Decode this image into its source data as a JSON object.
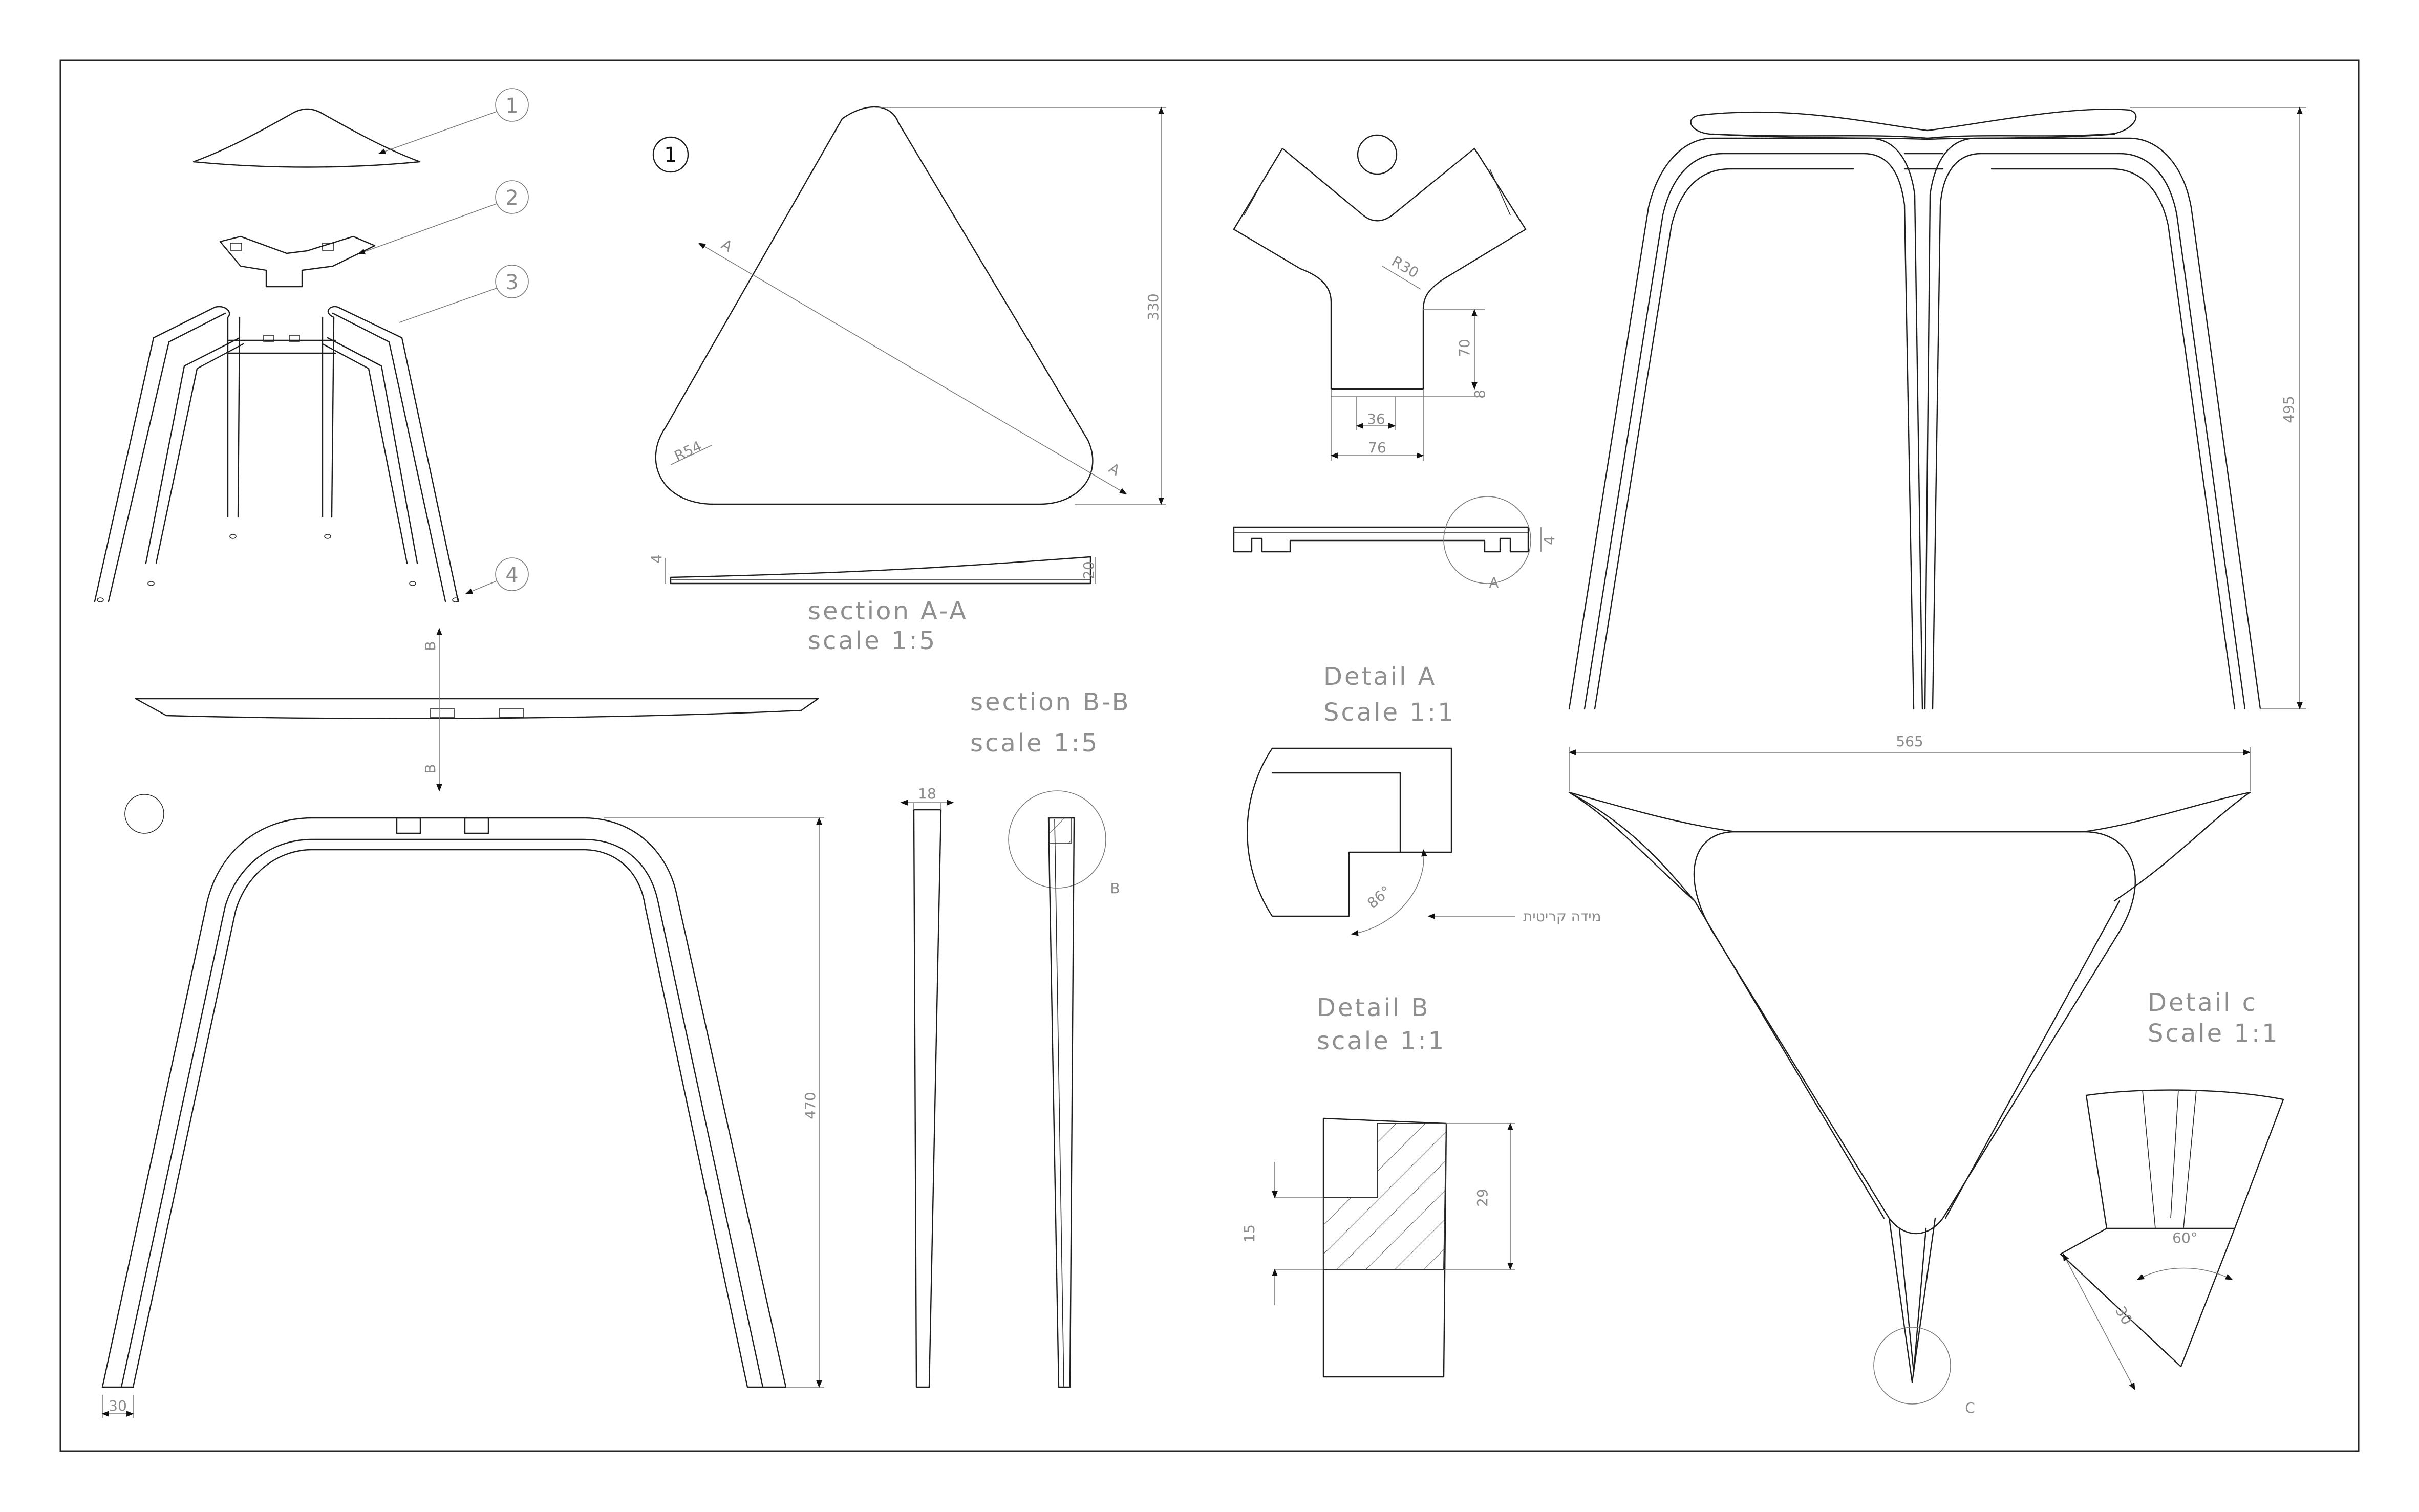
{
  "balloons": {
    "b1": "1",
    "b2": "2",
    "b3": "3",
    "b4": "4",
    "seat_ref": "1"
  },
  "sections": {
    "aa_title": "section A-A",
    "aa_scale": "scale 1:5",
    "bb_title": "section B-B",
    "bb_scale": "scale 1:5",
    "cut_a": "A",
    "cut_b": "B",
    "callout_b": "B",
    "callout_a": "A",
    "callout_c": "C"
  },
  "details": {
    "a_title": "Detail A",
    "a_scale": "Scale 1:1",
    "b_title": "Detail B",
    "b_scale": "scale 1:1",
    "c_title": "Detail c",
    "c_scale": "Scale 1:1",
    "note_hebrew": "מידה קריטית"
  },
  "dimensions": {
    "seat_depth": "330",
    "seat_radius": "R54",
    "seat_thick_min": "4",
    "seat_thick_max": "20",
    "bracket_radius": "R30",
    "bracket_70": "70",
    "bracket_8": "8",
    "bracket_36": "36",
    "bracket_76": "76",
    "bracket_4": "4",
    "leg_height": "470",
    "leg_width": "30",
    "leg_section": "18",
    "angle_a": "86°",
    "detail_b_15": "15",
    "detail_b_29": "29",
    "stool_height": "495",
    "stool_width": "565",
    "angle_c": "60°",
    "detail_c_30": "30"
  },
  "colors": {
    "line": "#1e1e1e",
    "text": "#8a8a8a",
    "hatch": "#2a2a2a",
    "background": "#ffffff"
  }
}
